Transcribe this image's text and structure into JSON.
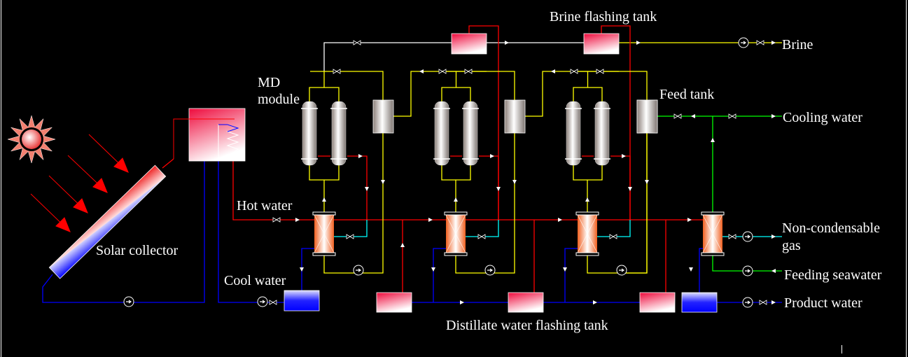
{
  "labels": {
    "brine_flashing_tank": "Brine flashing tank",
    "brine": "Brine",
    "md_module_line1": "MD",
    "md_module_line2": "module",
    "feed_tank": "Feed tank",
    "cooling_water": "Cooling water",
    "hot_water": "Hot water",
    "solar_collector": "Solar collector",
    "cool_water": "Cool water",
    "non_condensable_line1": "Non-condensable",
    "non_condensable_line2": "gas",
    "feeding_seawater": "Feeding seawater",
    "product_water": "Product water",
    "distillate_tank": "Distillate water flashing tank"
  },
  "colors": {
    "background": "#000000",
    "hot_line": "#ff0000",
    "cold_line": "#0000ff",
    "feed_line": "#ffff00",
    "cooling_line": "#00ff00",
    "permeate_line": "#00ffff",
    "brine_line": "#ffffff",
    "tank_pink": "#ee1144",
    "tank_blue": "#0000ff"
  }
}
